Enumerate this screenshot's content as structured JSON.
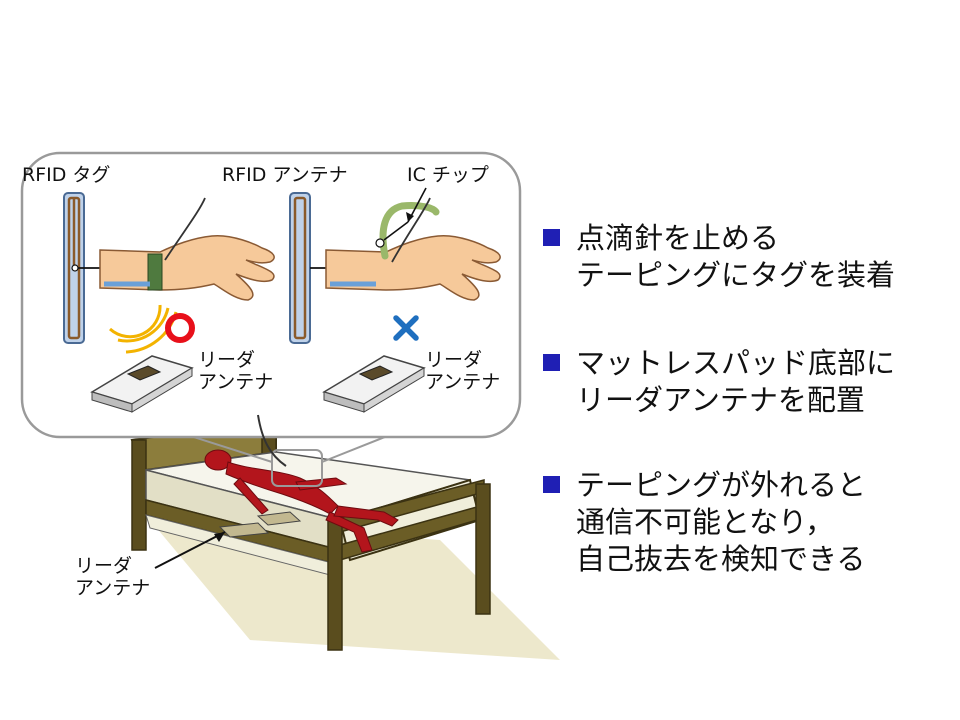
{
  "labels": {
    "rfid_tag": "RFID タグ",
    "rfid_antenna": "RFID アンテナ",
    "ic_chip": "IC チップ",
    "reader_antenna_1": [
      "リーダ",
      "アンテナ"
    ],
    "reader_antenna_2": [
      "リーダ",
      "アンテナ"
    ],
    "reader_antenna_bed": [
      "リーダ",
      "アンテナ"
    ]
  },
  "status_marks": {
    "ok": "○",
    "ng": "×"
  },
  "colors": {
    "bullet": "#1f1fb4",
    "ok_mark": "#e8101a",
    "ng_mark": "#1f6fbf",
    "body": "#b3151c",
    "bed_frame": "#5a4d1e"
  },
  "bullets": [
    {
      "lines": [
        "点滴針を止める",
        "テーピングにタグを装着"
      ]
    },
    {
      "lines": [
        "マットレスパッド底部に",
        "リーダアンテナを配置"
      ]
    },
    {
      "lines": [
        "テーピングが外れると",
        "通信不可能となり，",
        "自己抜去を検知できる"
      ]
    }
  ]
}
